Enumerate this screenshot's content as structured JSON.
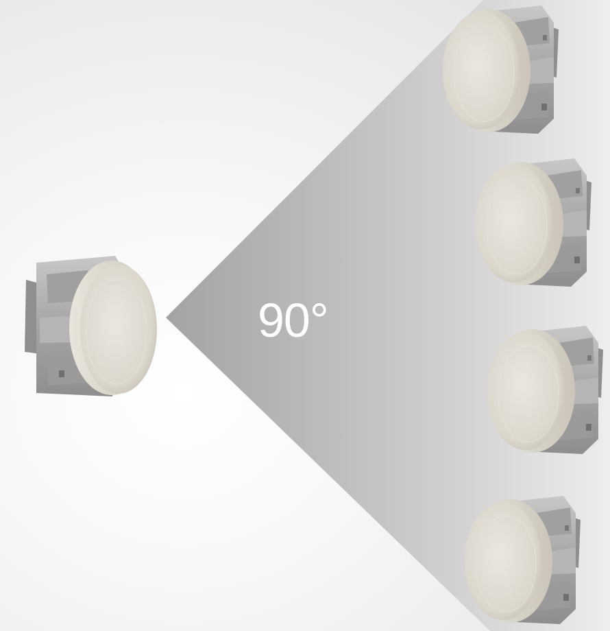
{
  "scene": {
    "angle_label": "90°",
    "beam_color_near": "#a6a6a7",
    "beam_color_far": "#e6e6e6",
    "device_shell_color": "#ddd8ce",
    "device_body_color": "#9b9b9b"
  },
  "devices": {
    "base_station": {
      "kind": "sector-antenna",
      "facing": "right"
    },
    "clients": [
      {
        "kind": "dish-antenna",
        "facing": "left"
      },
      {
        "kind": "dish-antenna",
        "facing": "left"
      },
      {
        "kind": "dish-antenna",
        "facing": "left"
      },
      {
        "kind": "dish-antenna",
        "facing": "left"
      }
    ]
  }
}
